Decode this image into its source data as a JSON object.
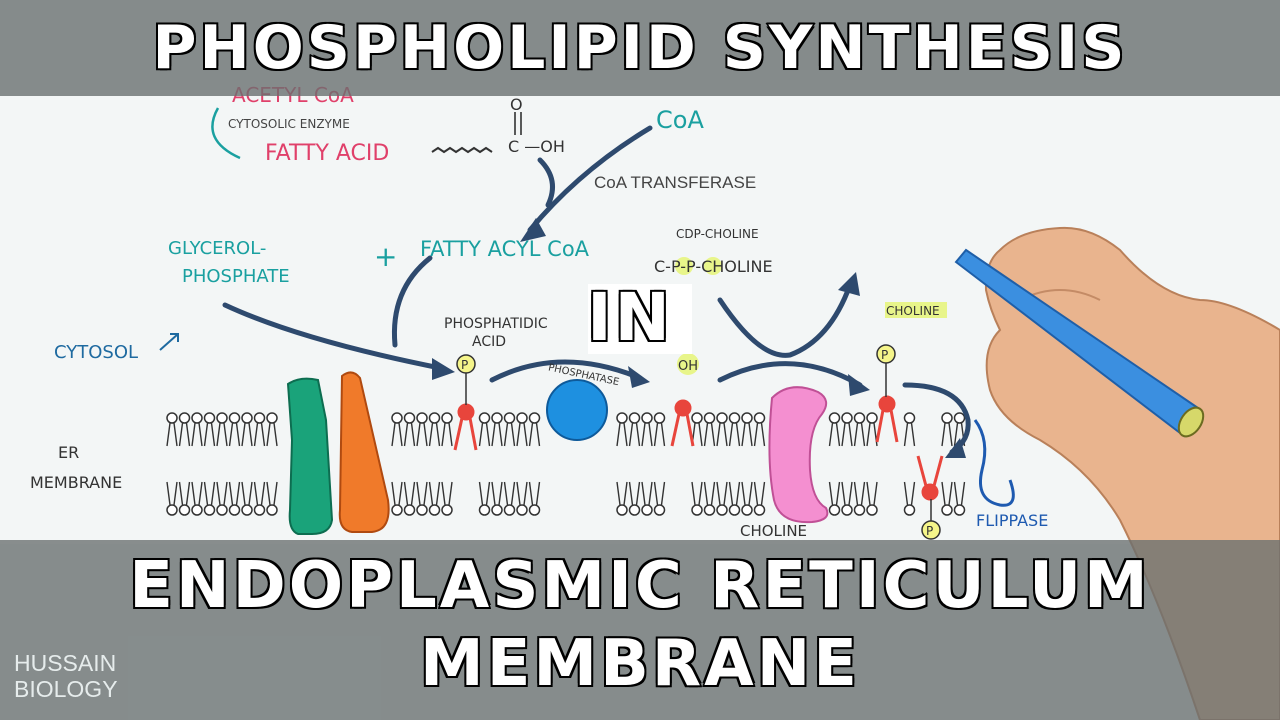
{
  "titles": {
    "line1": "PHOSPHOLIPID SYNTHESIS",
    "line2": "IN",
    "line3": "ENDOPLASMIC RETICULUM",
    "line4": "MEMBRANE"
  },
  "brand": {
    "line1": "HUSSAIN",
    "line2": "BIOLOGY"
  },
  "diagram": {
    "acetyl_coa": "ACETYL CoA",
    "cytosolic_enzyme": "CYTOSOLIC ENZYME",
    "fatty_acid": "FATTY ACID",
    "carbonyl_o": "O",
    "carboxyl": "C —OH",
    "coa": "CoA",
    "coa_transferase": "CoA TRANSFERASE",
    "glycerol_line1": "GLYCEROL-",
    "glycerol_line2": "PHOSPHATE",
    "plus": "+",
    "fatty_acyl_coa": "FATTY ACYL CoA",
    "cdp_choline_label": "CDP-CHOLINE",
    "cdp_choline_formula": "C-P-P-CHOLINE",
    "phosphatidic_line1": "PHOSPHATIDIC",
    "phosphatidic_line2": "ACID",
    "phosphatase": "PHOSPHATASE",
    "oh": "OH",
    "phosphate_p": "P",
    "choline_top": "CHOLINE",
    "choline_bottom": "CHOLINE",
    "cytosol": "CYTOSOL",
    "er_line1": "ER",
    "er_line2": "MEMBRANE",
    "flippase": "FLIPPASE"
  },
  "colors": {
    "board": "#f3f6f6",
    "banner": "#697070",
    "green_protein": "#1aa37a",
    "orange_protein": "#f07a2a",
    "blue_enzyme": "#1e90e0",
    "pink_enzyme": "#f48fd0",
    "red_lipid": "#e8453c",
    "teal_text": "#1aa0a0",
    "pink_text": "#e0406a",
    "arrow_blue": "#2e4a6e",
    "marker": "#3b8fe0"
  }
}
